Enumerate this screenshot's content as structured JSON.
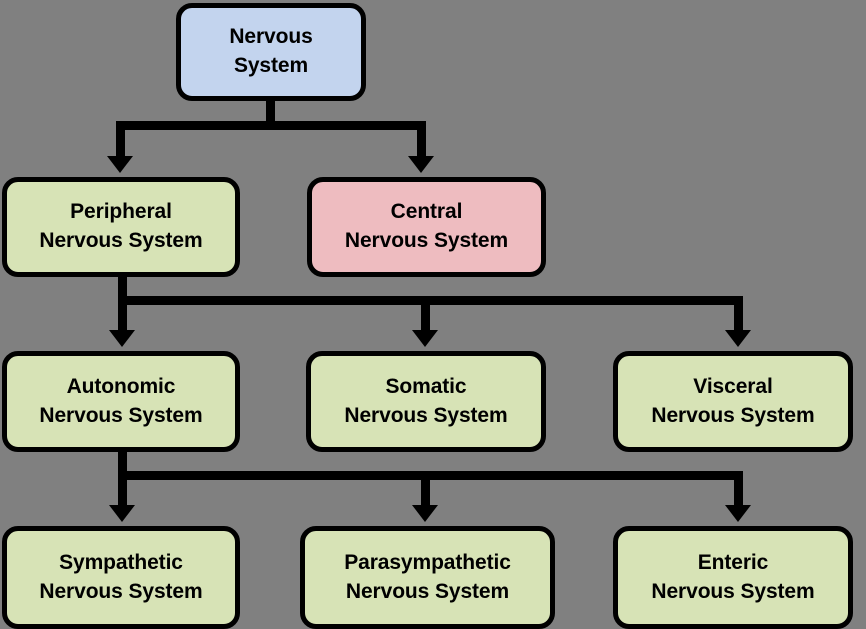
{
  "diagram": {
    "title": "Nervous System",
    "background_color": "#808080",
    "stroke_color": "#000000",
    "colors": {
      "blue": "#c3d4ee",
      "green": "#d7e3b6",
      "pink": "#eebcc0"
    },
    "nodes": {
      "root": {
        "line1": "Nervous",
        "line2": "System",
        "fill": "#c3d4ee"
      },
      "peripheral": {
        "line1": "Peripheral",
        "line2": "Nervous System",
        "fill": "#d7e3b6"
      },
      "central": {
        "line1": "Central",
        "line2": "Nervous System",
        "fill": "#eebcc0"
      },
      "autonomic": {
        "line1": "Autonomic",
        "line2": "Nervous System",
        "fill": "#d7e3b6"
      },
      "somatic": {
        "line1": "Somatic",
        "line2": "Nervous System",
        "fill": "#d7e3b6"
      },
      "visceral": {
        "line1": "Visceral",
        "line2": "Nervous System",
        "fill": "#d7e3b6"
      },
      "sympathetic": {
        "line1": "Sympathetic",
        "line2": "Nervous System",
        "fill": "#d7e3b6"
      },
      "parasympathetic": {
        "line1": "Parasympathetic",
        "line2": "Nervous System",
        "fill": "#d7e3b6"
      },
      "enteric": {
        "line1": "Enteric",
        "line2": "Nervous System",
        "fill": "#d7e3b6"
      }
    },
    "edges": [
      {
        "from": "root",
        "to": "peripheral"
      },
      {
        "from": "root",
        "to": "central"
      },
      {
        "from": "peripheral",
        "to": "autonomic"
      },
      {
        "from": "peripheral",
        "to": "somatic"
      },
      {
        "from": "peripheral",
        "to": "visceral"
      },
      {
        "from": "autonomic",
        "to": "sympathetic"
      },
      {
        "from": "autonomic",
        "to": "parasympathetic"
      },
      {
        "from": "autonomic",
        "to": "enteric"
      }
    ]
  }
}
